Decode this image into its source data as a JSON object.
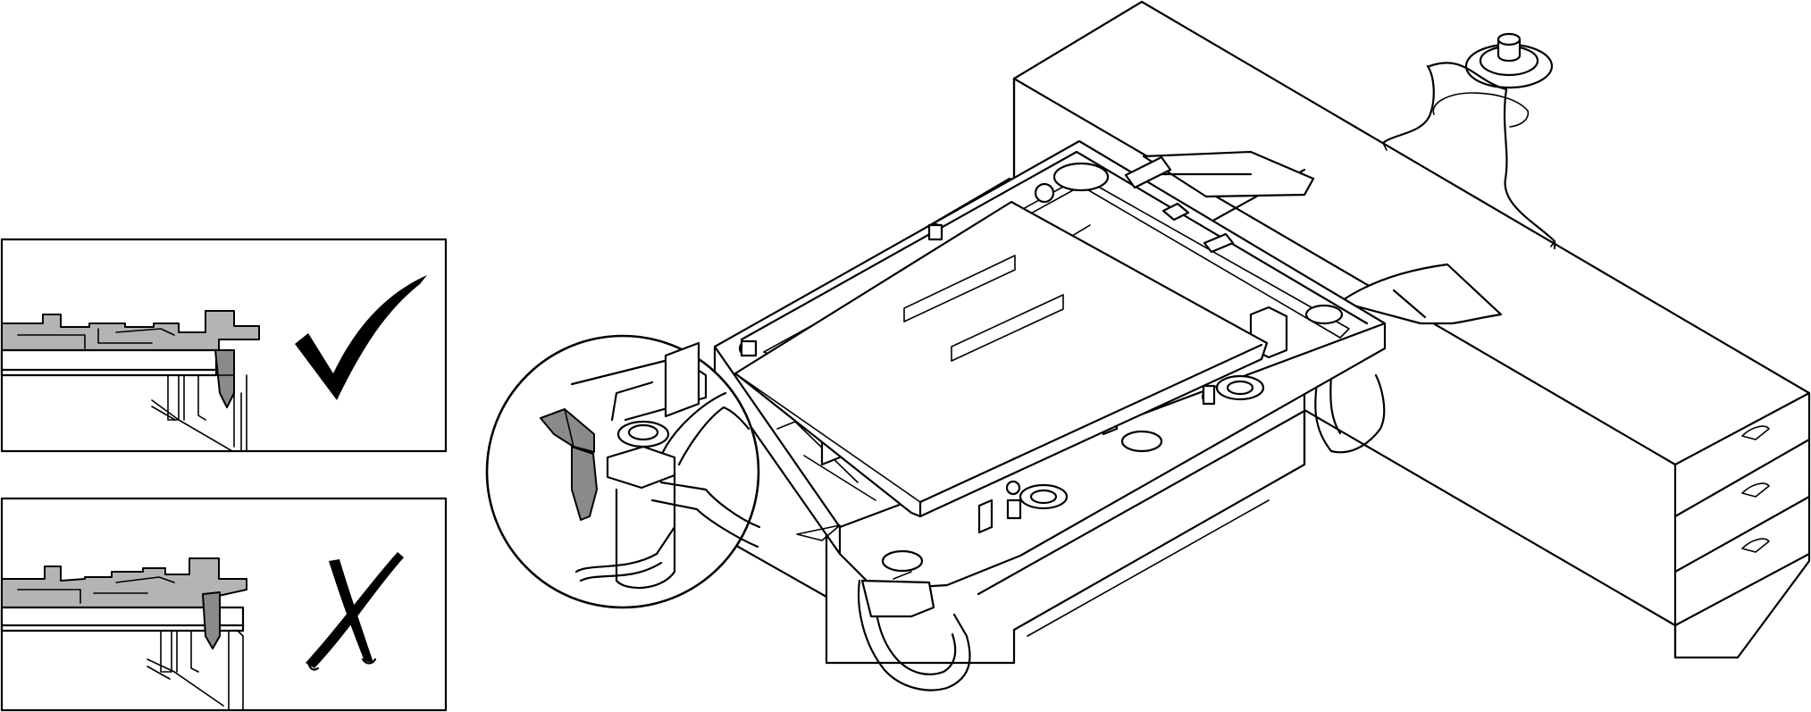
{
  "figure": {
    "panels": [
      {
        "id": "correct-latch-panel",
        "mark": "check-mark-icon"
      },
      {
        "id": "incorrect-latch-panel",
        "mark": "x-mark-icon"
      }
    ],
    "callout": "magnified-latch-callout",
    "main_view": "processor-carrier-on-heat-sink",
    "colors": {
      "line": "#000000",
      "background": "#ffffff",
      "highlight": "#b4b4b4",
      "latch": "#8a8a8a"
    }
  }
}
